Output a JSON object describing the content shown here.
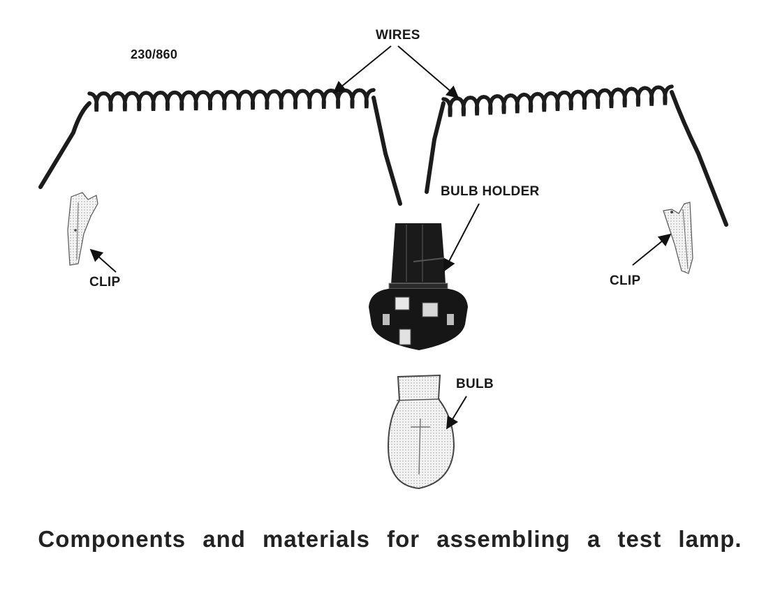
{
  "figure_id": "230/860",
  "labels": {
    "wires": "WIRES",
    "bulb_holder": "BULB HOLDER",
    "clip_left": "CLIP",
    "clip_right": "CLIP",
    "bulb": "BULB"
  },
  "caption": "Components and materials for assembling a test lamp."
}
